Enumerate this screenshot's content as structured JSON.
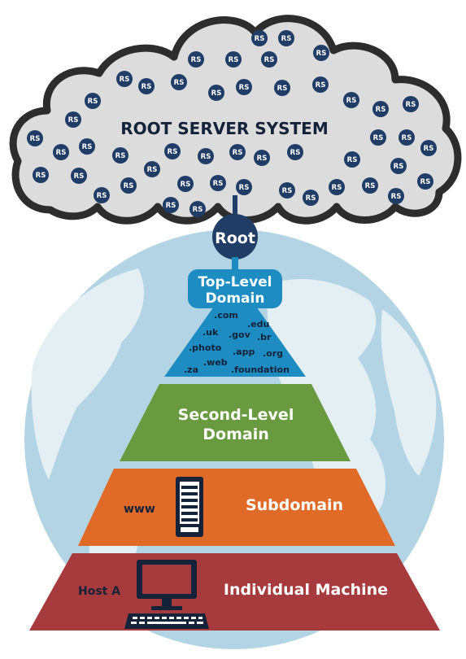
{
  "colors": {
    "globe": "#b3d4e4",
    "land": "#e4eff4",
    "cloud_fill": "#dcdcdc",
    "cloud_stroke": "#2d2d2d",
    "rs_badge": "#1f3d66",
    "root_badge": "#1f3d66",
    "tld": "#1c8cc2",
    "tld_header": "#1c8cc2",
    "second_level": "#6a9a3f",
    "subdomain": "#e06b28",
    "machine": "#a63a3c",
    "white": "#ffffff",
    "dark_text": "#14233a"
  },
  "cloud": {
    "title": "ROOT SERVER SYSTEM",
    "badge_label": "RS"
  },
  "root": {
    "label": "Root"
  },
  "tld": {
    "title_line1": "Top-Level",
    "title_line2": "Domain",
    "items": [
      ".com",
      ".edu",
      ".uk",
      ".gov",
      ".br",
      ".photo",
      ".app",
      ".org",
      ".web",
      ".za",
      ".foundation"
    ]
  },
  "second_level": {
    "line1": "Second-Level",
    "line2": "Domain"
  },
  "subdomain": {
    "label": "Subdomain",
    "prefix": "www",
    "icon": "server-tower-icon"
  },
  "machine": {
    "label": "Individual Machine",
    "prefix": "Host A",
    "icon": "desktop-computer-icon"
  }
}
